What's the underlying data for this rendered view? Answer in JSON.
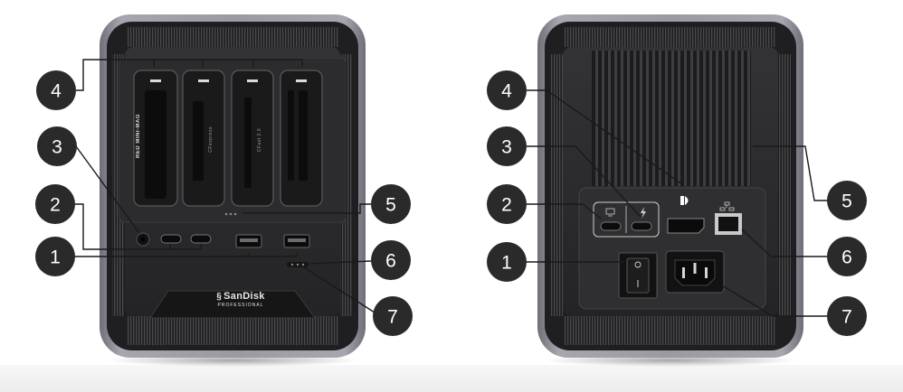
{
  "front_view": {
    "slot_labels": [
      "RED MINI-MAG",
      "CFexpress",
      "CFast 2.0",
      ""
    ],
    "logo": {
      "brand": "SanDisk",
      "sub": "PROFESSIONAL"
    },
    "callouts": [
      "4",
      "3",
      "2",
      "1",
      "5",
      "6",
      "7"
    ]
  },
  "rear_view": {
    "port_icons": [
      "monitor-icon",
      "thunderbolt-icon",
      "displayport-icon",
      "ethernet-icon",
      "power-switch-icon"
    ],
    "callouts": [
      "4",
      "3",
      "2",
      "1",
      "5",
      "6",
      "7"
    ]
  },
  "colors": {
    "chassis": "#2b2b2d",
    "frame": "#8a8a93",
    "callout_circle": "#2a2a2a",
    "leader_line": "#1a1a1a"
  }
}
